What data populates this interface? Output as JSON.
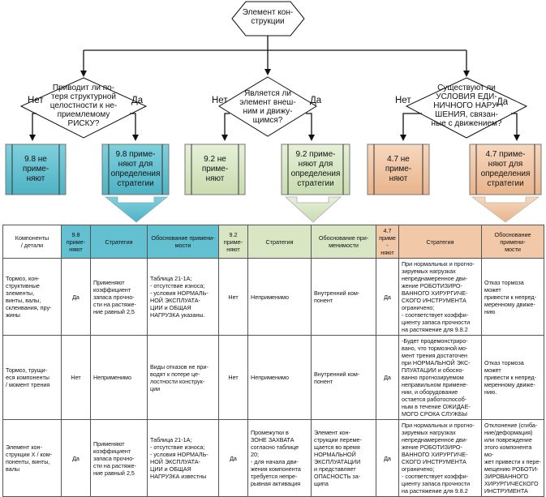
{
  "top_node": {
    "label": "Элемент кон-\nструкции"
  },
  "branches": [
    {
      "question": "Приводит ли по-\nтеря структурной\nцелостности к не-\nприемлемому\nРИСКУ?",
      "no_label": "Нет",
      "yes_label": "Да",
      "no_box": "9.8 не приме-\nняют",
      "yes_box": "9.8 приме-\nняют для\nопределения\nстратегии",
      "color": "#62c0d0"
    },
    {
      "question": "Является ли\nэлемент внеш-\nним и движу-\nщимся?",
      "no_label": "Нет",
      "yes_label": "Да",
      "no_box": "9.2 не приме-\nняют",
      "yes_box": "9.2 приме-\nняют для\nопределения\nстратегии",
      "color": "#d8e6c4"
    },
    {
      "question": "Существуют ли\nУСЛОВИЯ ЕДИ-\nНИЧНОГО НАРУ-\nШЕНИЯ, связан-\nные с движением?",
      "no_label": "Нет",
      "yes_label": "Да",
      "no_box": "4.7 не приме-\nняют",
      "yes_box": "4.7 приме-\nняют для\nопределения\nстратегии",
      "color": "#f1c8a8"
    }
  ],
  "table": {
    "headers": [
      "Компоненты\n/ детали",
      "9.8\nприме-\nняют",
      "Стратегия",
      "Обоснование примени-\nмости",
      "9.2\nприме-\nняют",
      "Стратегия",
      "Обоснование при-\nменимости",
      "4.7\nприме-\nняют",
      "Стратегия",
      "Обоснование примени-\nмости"
    ],
    "rows": [
      [
        "Тормоз, кон-\nструктивные\nэлементы,\nвинты, валы,\nсклеивания, пру-\nжины",
        "Да",
        "Применяют\nкоэффициент\nзапаса прочно-\nсти на растяже-\nние равный 2,5",
        "Таблица 21-1А;\n- отсутствие износа;\n- условия НОРМАЛЬ-\nНОЙ ЭКСПЛУАТА-\nЦИИ и ОБЩАЯ\nНАГРУЗКА указаны.",
        "Нет",
        "Неприменимо",
        "Внутренний ком-\nпонент",
        "Да",
        "При нормальных и прогно-\nзируемых нагрузках\nнепреднамеренное дви-\nжение РОБОТИЗИРО-\nВАННОГО ХИРУРГИЧЕ-\nСКОГО ИНСТРУМЕНТА\nограничено;\n- соответствует коэффи-\nциенту запаса прочности\nна растяжение для 9.8.2",
        "Отказ тормоза может\nпривести к непред-\nмеренному движе-\nнию"
      ],
      [
        "Тормоз, трущи-\nеся компоненты\n/ момент трения",
        "Нет",
        "Неприменимо",
        "Виды отказов не при-\nводят к потере це-\nлостности конструк-\nции",
        "Нет",
        "Неприменимо",
        "Внутренний ком-\nпонент",
        "Да",
        "-Будет продемонстриро-\nвано, что тормозной мо-\nмент трения достаточен\nпри НОРМАЛЬНОЙ ЭКС-\nПЛУАТАЦИИ и обосно-\nванно прогнозируемом\nнеправильном примене-\nнии, и оборудование\nостается работоспособ-\nным в течение ОЖИДАЕ-\nМОГО СРОКА СЛУЖБЫ",
        "Отказ тормоза может\nпривести к непред-\nмеренному движе-\nнию."
      ],
      [
        "Элемент кон-\nструкции X / ком-\nпоненты, винты,\nвалы",
        "Да",
        "Применяют\nкоэффициент\nзапаса прочно-\nсти на растяже-\nние равный 2,5",
        "Таблица 21-1А;\n- отсутствие износа;\n- условия НОРМАЛЬ-\nНОЙ ЭКСПЛУАТА-\nЦИИ и ОБЩАЯ\nНАГРУЗКА известны",
        "Да",
        "Промежутки в\nЗОНЕ ЗАХВАТА\nсогласно таблице\n20;\n- для начала дви-\nжения компонента\nтребуется непре-\nрывная активация",
        "Элемент кон-\nструкции переме-\nщается во время\nНОРМАЛЬНОЙ\nЭКСПЛУАТАЦИИ\nи представляет\nОПАСНОСТЬ за-\nщипа",
        "Да",
        "При нормальных и прогно-\nзируемых нагрузках\nнепреднамеренное дви-\nжение РОБОТИЗИРО-\nВАННОГО ХИРУРГИЧЕ-\nСКОГО ИНСТРУМЕНТА\nограничено;\n- соответствует коэффи-\nциенту запаса прочности\nна растяжение для 9.8.2",
        "Отклонение (сгиба-\nние/деформация)\nили повреждение\nэтого компонента мо-\nжет привести к пере-\nмещению РОБОТИ-\nЗИРОВАННОГО\nХИРУРГИЧЕСКОГО\nИНСТРУМЕНТА"
      ]
    ]
  }
}
